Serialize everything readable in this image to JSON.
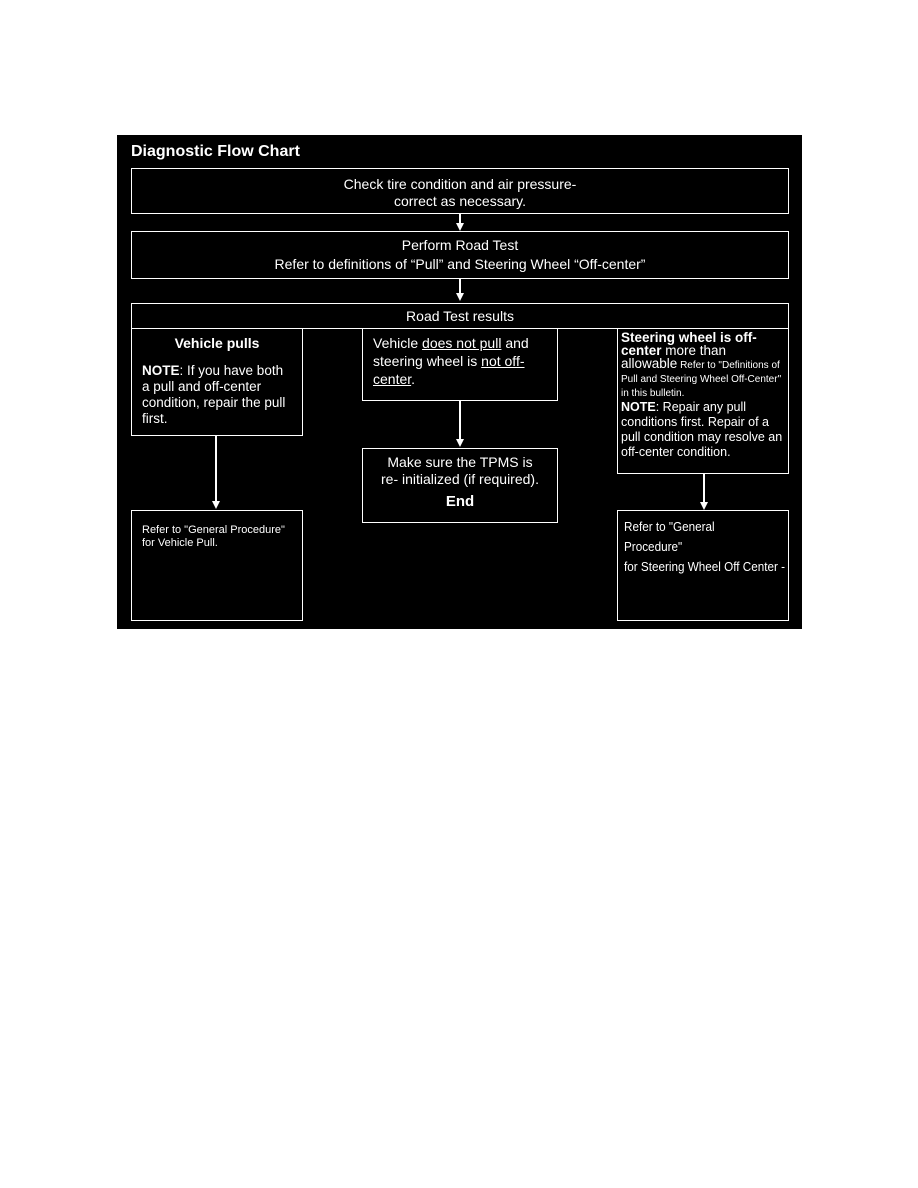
{
  "chart": {
    "title": "Diagnostic Flow Chart",
    "step1": {
      "line1": "Check tire condition and air pressure-",
      "line2": "correct as necessary."
    },
    "step2": {
      "line1": "Perform Road Test",
      "line2": "Refer to definitions of “Pull” and Steering Wheel “Off-center”"
    },
    "results": "Road Test results",
    "left": {
      "heading": "Vehicle pulls",
      "note_label": "NOTE",
      "note_text": ": If you have both a pull and off-center condition, repair the pull first."
    },
    "middle": {
      "part1": "Vehicle ",
      "u1": "does not pull",
      "part2": " and steering wheel is ",
      "u2": "not off-center",
      "part3": "."
    },
    "right": {
      "heading": "Steering wheel is off-center",
      "text1": " more than ",
      "allowable": "allowable",
      "small": " Refer to \"Definitions of Pull and Steering Wheel Off-Center\" in this bulletin.",
      "note_label": "NOTE",
      "note_text": ": Repair any pull conditions first. Repair of a pull condition may resolve an off-center condition."
    },
    "tpms": {
      "line1": "Make sure the TPMS is",
      "line2": "re- initialized (if required).",
      "end": "End"
    },
    "left_proc": {
      "line1": "Refer to \"General Procedure\"",
      "line2": "for Vehicle Pull."
    },
    "right_proc": {
      "line1": "Refer to \"General Procedure\"",
      "line2": "for Steering Wheel Off Center -"
    }
  }
}
